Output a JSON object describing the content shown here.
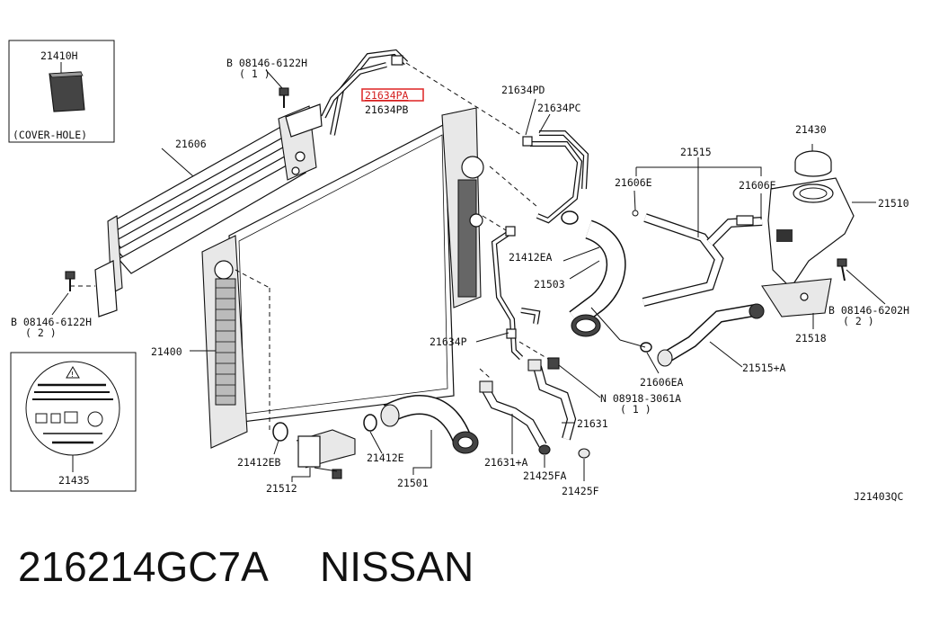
{
  "diagram_id": "J21403QC",
  "caption": {
    "part_number": "216214GC7A",
    "brand": "NISSAN"
  },
  "inset_boxes": {
    "cover_hole": {
      "part": "21410H",
      "label": "(COVER-HOLE)"
    },
    "cap_label": {
      "part": "21435"
    }
  },
  "labels": {
    "p21606": "21606",
    "p21400": "21400",
    "p21410H": "21410H",
    "bolt_top": "B 08146-6122H",
    "bolt_top_qty": "( 1 )",
    "bolt_left": "B 08146-6122H",
    "bolt_left_qty": "( 2 )",
    "p21634PA": "21634PA",
    "p21634PB": "21634PB",
    "p21634PD": "21634PD",
    "p21634PC": "21634PC",
    "p21634P": "21634P",
    "p21515": "21515",
    "p21606E_left": "21606E",
    "p21606E_right": "21606E",
    "p21430": "21430",
    "p21510": "21510",
    "p21412EA": "21412EA",
    "p21503": "21503",
    "bolt_right": "B 08146-6202H",
    "bolt_right_qty": "( 2 )",
    "p21518": "21518",
    "p21606EA": "21606EA",
    "p21515A": "21515+A",
    "nut": "N 08918-3061A",
    "nut_qty": "( 1 )",
    "p21631": "21631",
    "p21631A": "21631+A",
    "p21425FA": "21425FA",
    "p21425F": "21425F",
    "p21412EB": "21412EB",
    "p21512": "21512",
    "p21412E": "21412E",
    "p21501": "21501",
    "p21435": "21435"
  },
  "highlighted_part": "21634PA"
}
